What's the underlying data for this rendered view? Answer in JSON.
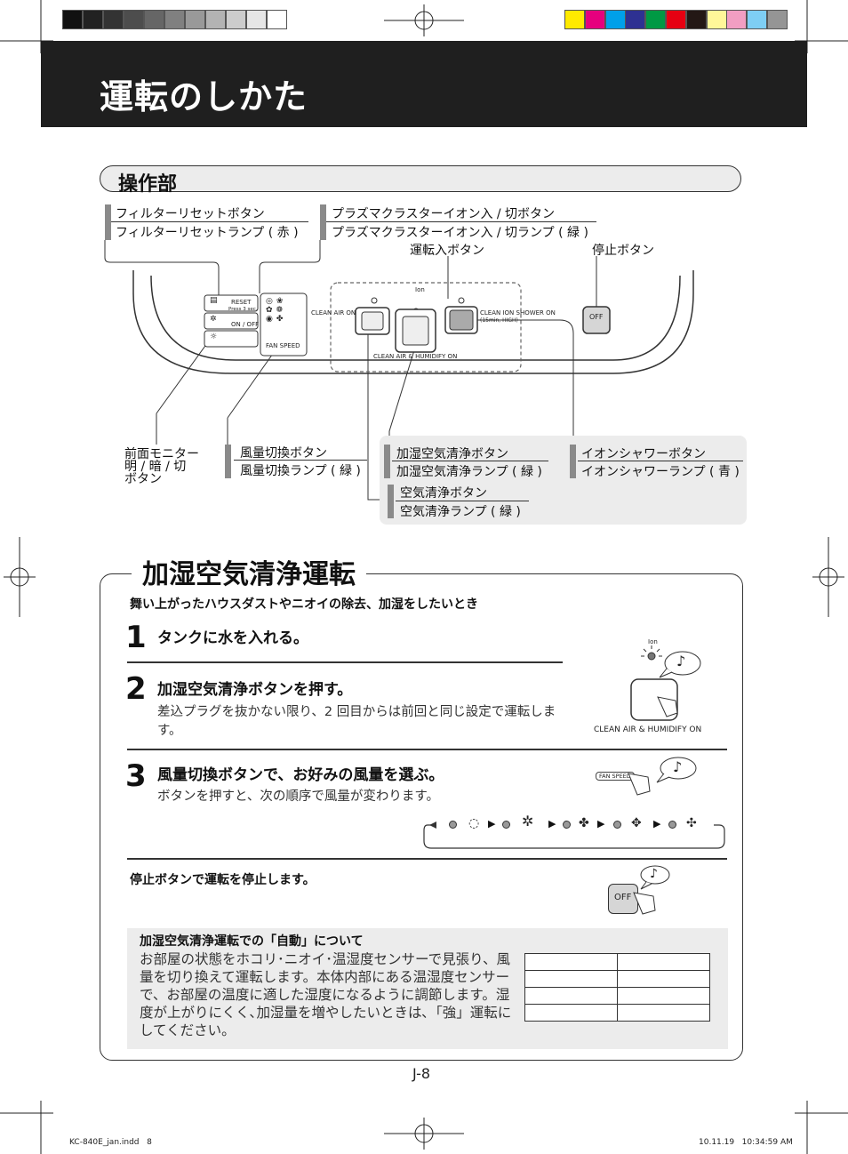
{
  "header": {
    "title": "運転のしかた"
  },
  "controls_section": {
    "title": "操作部",
    "labels": {
      "filter_reset_button": "フィルターリセットボタン",
      "filter_reset_lamp": "フィルターリセットランプ ( 赤 )",
      "pci_button": "プラズマクラスターイオン入 / 切ボタン",
      "pci_lamp": "プラズマクラスターイオン入 / 切ランプ ( 緑 )",
      "run_button": "運転入ボタン",
      "stop_button": "停止ボタン",
      "monitor_1": "前面モニター",
      "monitor_2": "明 / 暗 / 切",
      "monitor_3": "ボタン",
      "fan_button": "風量切換ボタン",
      "fan_lamp": "風量切換ランプ ( 緑 )",
      "humid_button": "加湿空気清浄ボタン",
      "humid_lamp": "加湿空気清浄ランプ ( 緑 )",
      "ion_button": "イオンシャワーボタン",
      "ion_lamp": "イオンシャワーランプ ( 青 )",
      "clean_button": "空気清浄ボタン",
      "clean_lamp": "空気清浄ランプ ( 緑 )"
    },
    "panel": {
      "reset": "RESET",
      "press3": "Press 3 sec.",
      "on_off": "ON / OFF",
      "fan_speed": "FAN SPEED",
      "clean_air_on": "CLEAN AIR ON",
      "clean_air_humidify_on": "CLEAN AIR & HUMIDIFY ON",
      "clean_ion_shower_on": "CLEAN ION SHOWER ON",
      "clean_ion_shower_sub": "(15min, HIGH)",
      "ion": "Ion",
      "off": "OFF"
    }
  },
  "operation": {
    "title": "加湿空気清浄運転",
    "intro": "舞い上がったハウスダストやニオイの除去、加湿をしたいとき",
    "steps": [
      {
        "num": "1",
        "text": "タンクに水を入れる。"
      },
      {
        "num": "2",
        "text": "加湿空気清浄ボタンを押す。",
        "sub": "差込プラグを抜かない限り、2 回目からは前回と同じ設定で運転します。"
      },
      {
        "num": "3",
        "text": "風量切換ボタンで、お好みの風量を選ぶ。",
        "sub": "ボタンを押すと、次の順序で風量が変わります。"
      }
    ],
    "stop_text": "停止ボタンで運転を停止します。",
    "illus": {
      "ion": "Ion",
      "clean_air_humidify_on": "CLEAN AIR & HUMIDIFY ON",
      "fan_speed": "FAN SPEED",
      "off": "OFF"
    },
    "auto": {
      "title": "加湿空気清浄運転での「自動」について",
      "body": "お部屋の状態をホコリ･ニオイ･温湿度センサーで見張り、風量を切り換えて運転します。本体内部にある温湿度センサーで、お部屋の温度に適した湿度になるように調節します。湿度が上がりにくく､加湿量を増やしたいときは､「強」運転にしてください。"
    }
  },
  "footer": {
    "page": "J-8",
    "file": "KC-840E_jan.indd   8",
    "stamp": "10.11.19   10:34:59 AM"
  },
  "colors": {
    "gray_bar": [
      "#111111",
      "#222222",
      "#333333",
      "#4d4d4d",
      "#666666",
      "#808080",
      "#999999",
      "#b3b3b3",
      "#cccccc",
      "#e6e6e6",
      "#ffffff"
    ],
    "color_bar": [
      "#ffea00",
      "#e6007e",
      "#00a0e9",
      "#2e3192",
      "#009944",
      "#e60012",
      "#231815",
      "#fff799",
      "#f19ec2",
      "#7ecef4",
      "#959595"
    ]
  }
}
